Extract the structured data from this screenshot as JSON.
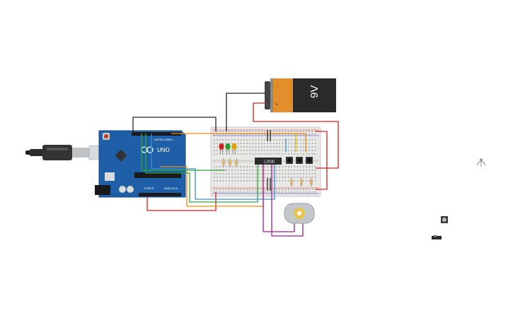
{
  "battery": {
    "voltage_label": "9V",
    "minus_label": "-",
    "plus_label": "+"
  },
  "arduino": {
    "model_label": "UNO",
    "power_label": "POWER",
    "analog_label": "ANALOG IN",
    "digital_label": "DIGITAL (PWM~)"
  },
  "driver_chip": {
    "label": "L293D"
  },
  "leds": [
    {
      "color": "#cc2222"
    },
    {
      "color": "#2a9a2a"
    },
    {
      "color": "#e0a000"
    }
  ],
  "colors": {
    "board_blue": "#1e5fa8",
    "battery_orange": "#e38e2a",
    "wire_red": "#d62020",
    "wire_black": "#222222",
    "wire_green": "#2fa83a",
    "wire_orange": "#f08a12",
    "wire_blue": "#3c8fd0",
    "wire_purple": "#a01e8c",
    "wire_yellow": "#e0b800"
  },
  "icons": [
    "usb-cable-icon",
    "motor-icon",
    "pushbutton-icon",
    "slide-switch-icon",
    "antenna-icon"
  ]
}
